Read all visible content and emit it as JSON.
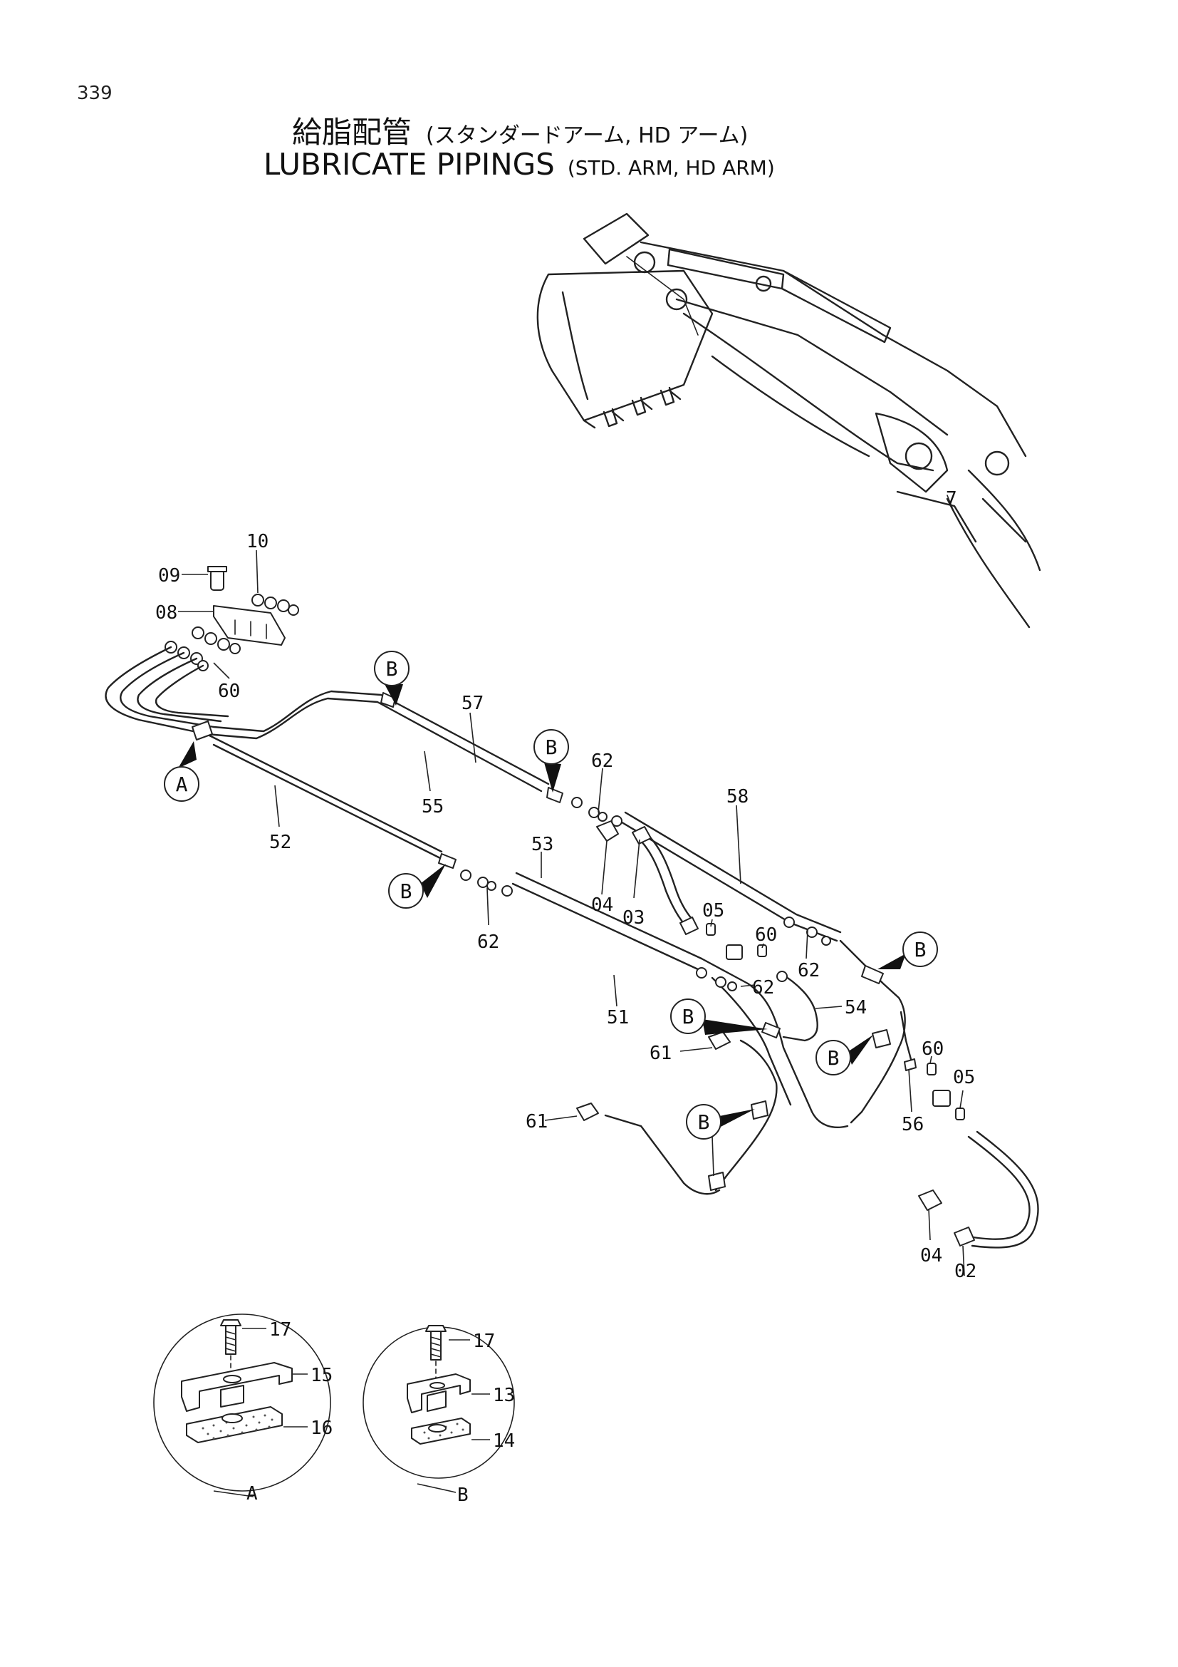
{
  "page": {
    "number": "339"
  },
  "title": {
    "jp_main": "給脂配管",
    "jp_sub": "(スタンダードアーム, HD アーム)",
    "en_main": "LUBRICATE PIPINGS",
    "en_sub": "(STD. ARM, HD ARM)"
  },
  "detail_tags": {
    "a": "A",
    "b": "B"
  },
  "part_labels": [
    "09",
    "10",
    "08",
    "60",
    "57",
    "55",
    "52",
    "62",
    "58",
    "53",
    "04",
    "03",
    "05",
    "60",
    "62",
    "62",
    "51",
    "54",
    "61",
    "60",
    "05",
    "61",
    "56",
    "04",
    "02",
    "62"
  ],
  "detail_views": [
    {
      "name": "A",
      "labels": [
        "17",
        "15",
        "16"
      ]
    },
    {
      "name": "B",
      "labels": [
        "17",
        "13",
        "14"
      ]
    }
  ]
}
